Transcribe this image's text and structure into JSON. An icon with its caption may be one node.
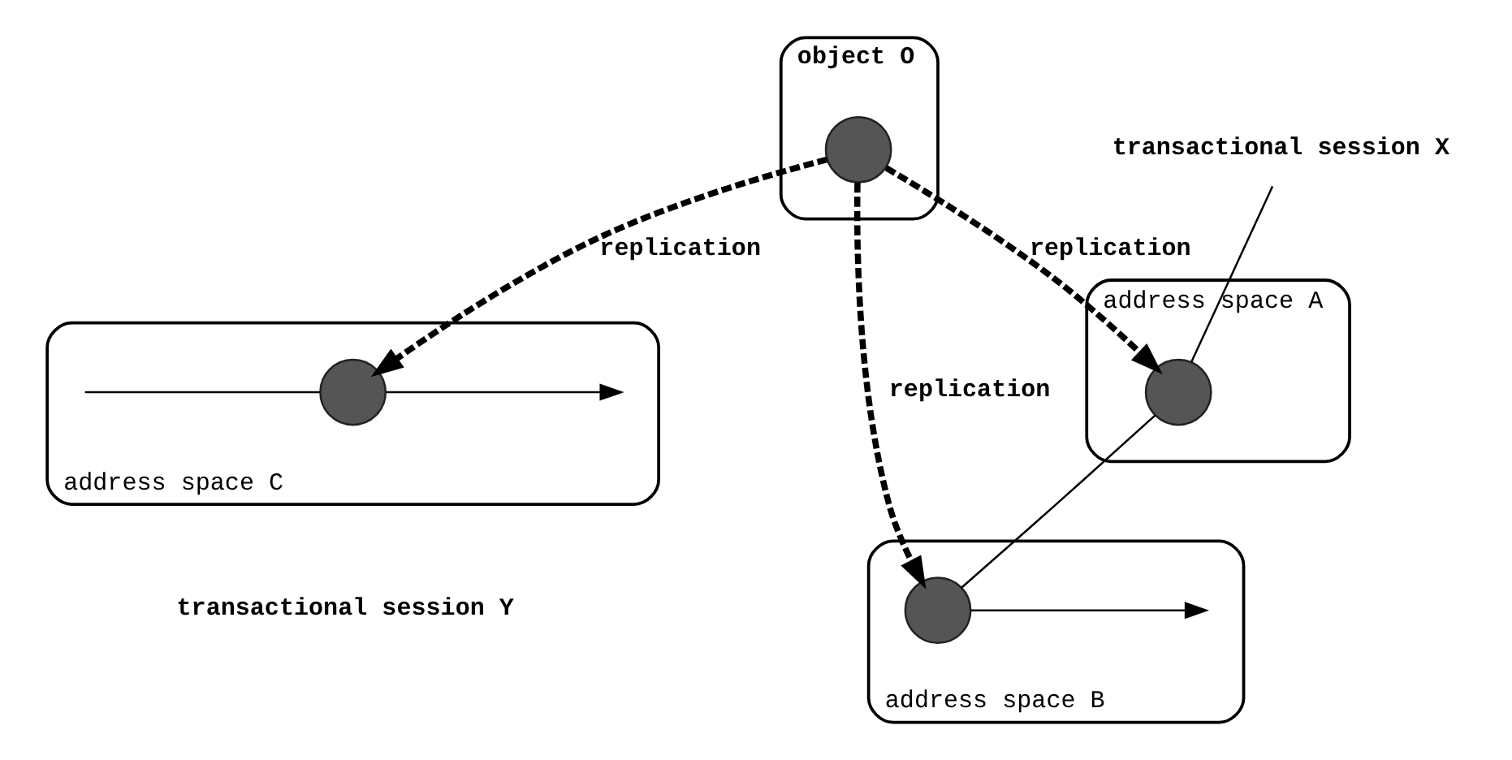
{
  "diagram": {
    "nodes": [
      {
        "text": [
          "object O"
        ]
      },
      {
        "text": [],
        "shape": "circle",
        "in": 0
      },
      {
        "text": [
          "address space A"
        ]
      },
      {
        "text": [],
        "shape": "circle",
        "in": 2
      },
      {
        "text": [
          "address space C"
        ]
      },
      {
        "text": [],
        "shape": "circle",
        "in": 4
      },
      {
        "text": [
          "address space B"
        ]
      },
      {
        "text": [],
        "shape": "circle",
        "in": 6
      },
      {
        "text": [
          "transactional session X"
        ]
      }
    ],
    "edges": [
      {
        "from": 1,
        "to": 3,
        "arrow": "to",
        "label": "replication",
        "style": "dashed"
      },
      {
        "from": 1,
        "to": 5,
        "arrow": "to",
        "label": "replication",
        "style": "dashed"
      },
      {
        "from": 1,
        "to": 7,
        "arrow": "to",
        "label": "replication",
        "style": "dashed"
      },
      {
        "from": 8,
        "to": 3,
        "arrow": "none"
      },
      {
        "from": 3,
        "to": 7,
        "arrow": "none"
      },
      {
        "from": 7,
        "to": null,
        "arrow": "to"
      },
      {
        "from": null,
        "to": 5,
        "arrow": "none"
      },
      {
        "from": 5,
        "to": null,
        "arrow": "to"
      }
    ],
    "labels": [
      "transactional session Y"
    ]
  }
}
